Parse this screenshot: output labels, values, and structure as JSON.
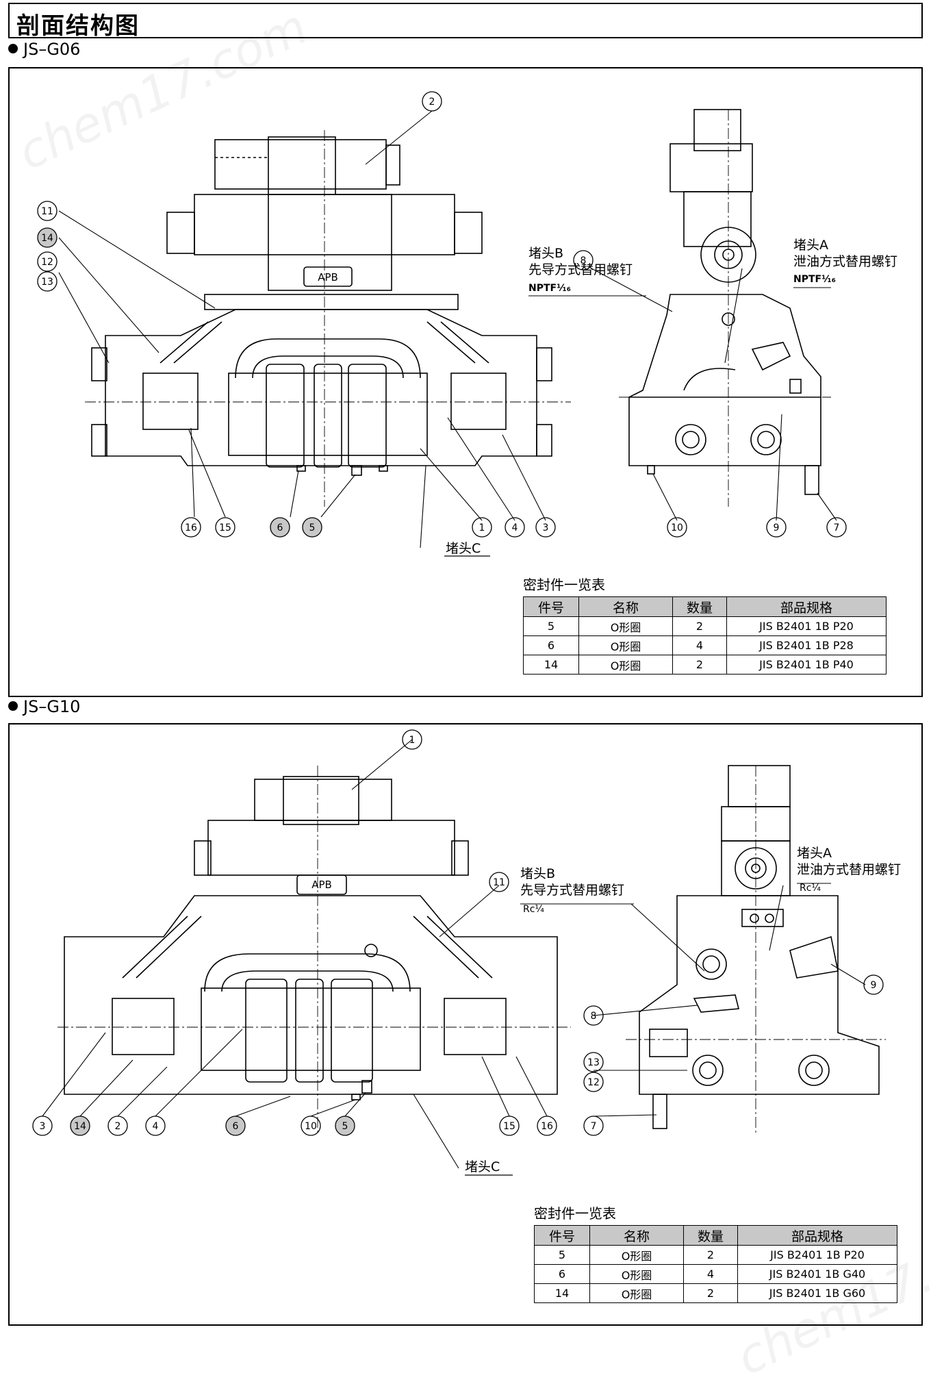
{
  "page_title": "剖面结构图",
  "watermark": "chem17.com",
  "sections": [
    {
      "label": "JS–G06",
      "front_callouts": [
        "2",
        "11",
        "14",
        "12",
        "13",
        "16",
        "15",
        "6",
        "5",
        "1",
        "4",
        "3"
      ],
      "side_callouts": [
        "8",
        "10",
        "9",
        "7"
      ],
      "apb_label": "APB",
      "plug_b": {
        "name": "堵头B",
        "desc": "先导方式替用螺钉",
        "spec": "NPTF¹⁄₁₆"
      },
      "plug_a": {
        "name": "堵头A",
        "desc": "泄油方式替用螺钉",
        "spec": "NPTF¹⁄₁₆"
      },
      "plug_c": {
        "name": "堵头C"
      },
      "seal_table": {
        "caption": "密封件一览表",
        "headers": [
          "件号",
          "名称",
          "数量",
          "部品规格"
        ],
        "rows": [
          [
            "5",
            "O形圈",
            "2",
            "JIS B2401 1B P20"
          ],
          [
            "6",
            "O形圈",
            "4",
            "JIS B2401 1B P28"
          ],
          [
            "14",
            "O形圈",
            "2",
            "JIS B2401 1B P40"
          ]
        ]
      }
    },
    {
      "label": "JS–G10",
      "front_callouts": [
        "1",
        "11",
        "3",
        "14",
        "2",
        "4",
        "6",
        "10",
        "5",
        "15",
        "16"
      ],
      "side_callouts": [
        "9",
        "8",
        "13",
        "12",
        "7"
      ],
      "apb_label": "APB",
      "plug_b": {
        "name": "堵头B",
        "desc": "先导方式替用螺钉",
        "spec": "Rc¼"
      },
      "plug_a": {
        "name": "堵头A",
        "desc": "泄油方式替用螺钉",
        "spec": "Rc¼"
      },
      "plug_c": {
        "name": "堵头C"
      },
      "seal_table": {
        "caption": "密封件一览表",
        "headers": [
          "件号",
          "名称",
          "数量",
          "部品规格"
        ],
        "rows": [
          [
            "5",
            "O形圈",
            "2",
            "JIS B2401 1B P20"
          ],
          [
            "6",
            "O形圈",
            "4",
            "JIS B2401 1B G40"
          ],
          [
            "14",
            "O形圈",
            "2",
            "JIS B2401 1B G60"
          ]
        ]
      }
    }
  ]
}
